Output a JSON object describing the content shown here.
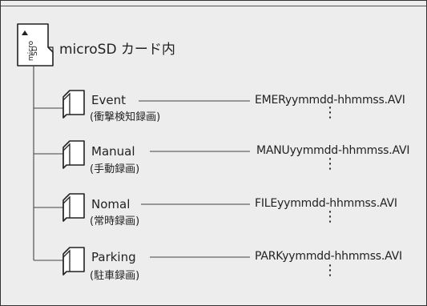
{
  "root": {
    "label": "microSD カード内",
    "card_text": [
      "micro",
      "SD"
    ]
  },
  "folders": [
    {
      "name": "Event",
      "sub": "(衝撃検知録画)",
      "file": "EMERyymmdd-hhmmss.AVI",
      "more": "⋮"
    },
    {
      "name": "Manual",
      "sub": "(手動録画)",
      "file": "MANUyymmdd-hhmmss.AVI",
      "more": "⋮"
    },
    {
      "name": "Nomal",
      "sub": "(常時録画)",
      "file": "FILEyymmdd-hhmmss.AVI",
      "more": "⋮"
    },
    {
      "name": "Parking",
      "sub": "(駐車録画)",
      "file": "PARKyymmdd-hhmmss.AVI",
      "more": "⋮"
    }
  ],
  "icons": {
    "card": "microsd-card-icon",
    "folder": "folder-icon",
    "arrow": "up-arrow-icon"
  }
}
